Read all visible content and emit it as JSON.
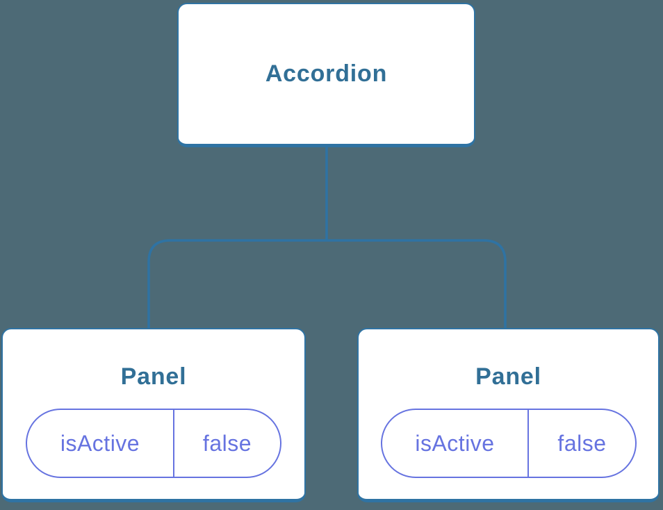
{
  "diagram": {
    "kind": "component-tree",
    "background_color": "#4d6a76",
    "colors": {
      "connector_line": "#2f73a3",
      "node_background": "#ffffff",
      "node_border": "#2f73a3",
      "node_label_text": "#316f96",
      "state_accent": "#6673e0"
    },
    "tree": {
      "root": {
        "label": "Accordion"
      },
      "children": [
        {
          "label": "Panel",
          "state": {
            "key": "isActive",
            "value": "false"
          }
        },
        {
          "label": "Panel",
          "state": {
            "key": "isActive",
            "value": "false"
          }
        }
      ]
    }
  }
}
